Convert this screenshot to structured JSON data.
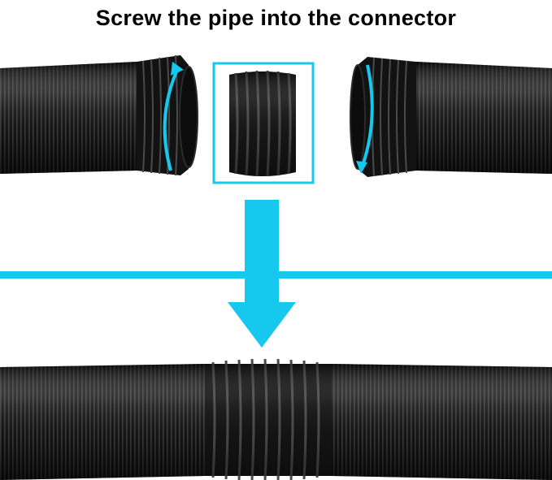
{
  "title": "Screw the pipe into the connector",
  "colors": {
    "accent": "#17C8EE",
    "hose": "#141414",
    "rib": "#3a3a3a",
    "highlight": "#555555",
    "background": "#ffffff"
  },
  "icons": {
    "rotate_left": "curved-rotate-arrow-icon",
    "rotate_right": "curved-rotate-arrow-icon",
    "down_arrow": "down-arrow-icon"
  },
  "scene": {
    "left_hose": "hose-left",
    "connector": "hose-connector",
    "right_hose": "hose-right",
    "joined_hose": "hose-joined"
  }
}
